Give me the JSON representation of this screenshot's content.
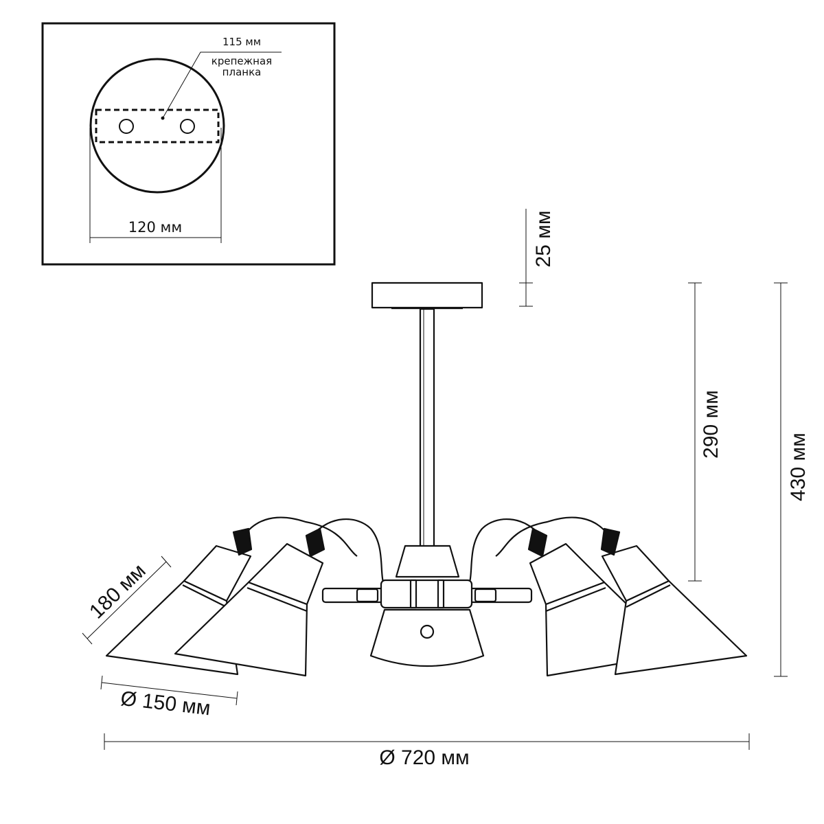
{
  "inset": {
    "bar_width_label": "115 мм",
    "bar_name_line1": "крепежная",
    "bar_name_line2": "планка",
    "canopy_diameter_label": "120 мм"
  },
  "dimensions": {
    "canopy_height": "25 мм",
    "rod_height": "290 мм",
    "total_height": "430 мм",
    "shade_length": "180 мм",
    "shade_diameter": "Ø 150 мм",
    "overall_diameter": "Ø 720 мм"
  }
}
